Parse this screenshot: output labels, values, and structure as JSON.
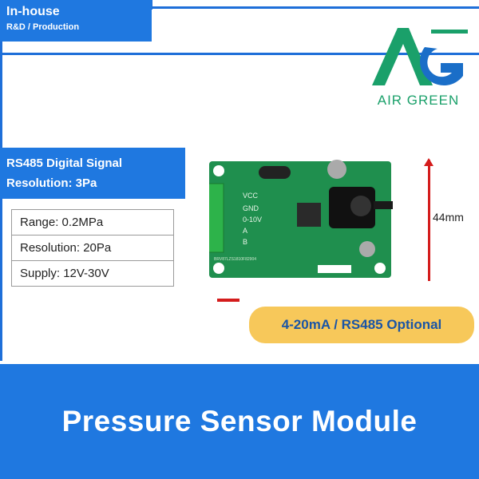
{
  "badge": {
    "line1": "In-house",
    "line2": "R&D / Production"
  },
  "logo": {
    "text": "AIR GREEN",
    "icon": "ag-logo-icon",
    "colors": {
      "green": "#1aa06a",
      "blue": "#1a6ec8"
    }
  },
  "banner": {
    "line1": "RS485 Digital Signal",
    "line2": "Resolution: 3Pa"
  },
  "specs": [
    {
      "label": "Range: 0.2MPa"
    },
    {
      "label": "Resolution: 20Pa"
    },
    {
      "label": "Supply: 12V-30V"
    }
  ],
  "board": {
    "pins": [
      "VCC",
      "GND",
      "0-10V",
      "A",
      "B"
    ],
    "serial": "BRV87LZS1810F82904"
  },
  "dimension": {
    "label": "44mm"
  },
  "optional": {
    "label": "4-20mA / RS485 Optional"
  },
  "footer": {
    "title": "Pressure Sensor Module"
  },
  "colors": {
    "accent": "#1f78e0",
    "pill": "#f7c85a",
    "pill_text": "#1a55a6",
    "dimension": "#d41c1c"
  }
}
